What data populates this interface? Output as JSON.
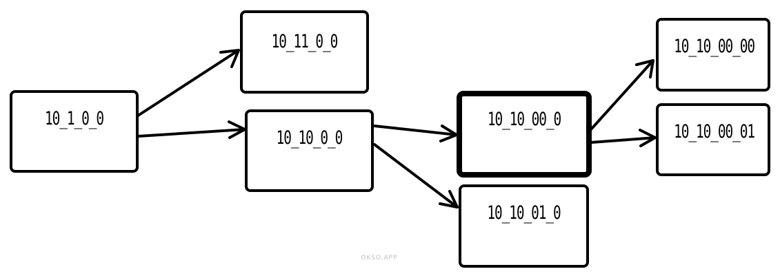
{
  "diagram": {
    "nodes": [
      {
        "id": "n1",
        "label": "10_1_0_0",
        "selected": false
      },
      {
        "id": "n2",
        "label": "10_11_0_0",
        "selected": false
      },
      {
        "id": "n3",
        "label": "10_10_0_0",
        "selected": false
      },
      {
        "id": "n4",
        "label": "10_10_00_0",
        "selected": true
      },
      {
        "id": "n5",
        "label": "10_10_01_0",
        "selected": false
      },
      {
        "id": "n6",
        "label": "10_10_00_00",
        "selected": false
      },
      {
        "id": "n7",
        "label": "10_10_00_01",
        "selected": false
      }
    ],
    "edges": [
      {
        "from": "n1",
        "to": "n2"
      },
      {
        "from": "n1",
        "to": "n3"
      },
      {
        "from": "n3",
        "to": "n4"
      },
      {
        "from": "n3",
        "to": "n5"
      },
      {
        "from": "n4",
        "to": "n6"
      },
      {
        "from": "n4",
        "to": "n7"
      }
    ],
    "colors": {
      "stroke": "#000000",
      "background": "#ffffff",
      "watermark": "#bdbdbd"
    }
  },
  "watermark": "OKSO.APP"
}
